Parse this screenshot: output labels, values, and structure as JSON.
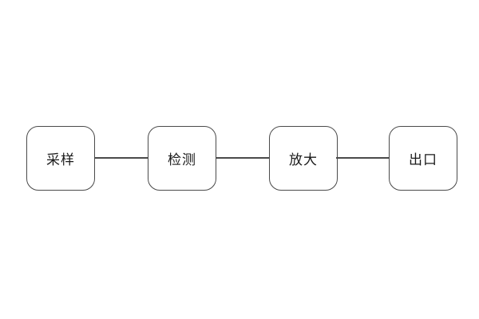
{
  "diagram": {
    "type": "flowchart",
    "direction": "horizontal",
    "nodes": [
      {
        "id": "sampling",
        "label": "采样"
      },
      {
        "id": "detection",
        "label": "检测"
      },
      {
        "id": "amplification",
        "label": "放大"
      },
      {
        "id": "outlet",
        "label": "出口"
      }
    ],
    "connections": [
      {
        "from": "采样",
        "to": "检测"
      },
      {
        "from": "检测",
        "to": "放大"
      },
      {
        "from": "放大",
        "to": "出口"
      }
    ],
    "colors": {
      "background": "#ffffff",
      "node_fill": "#ffffff",
      "node_border": "#4a4a4a",
      "connector": "#4a4a4a",
      "text": "#1a1a1a"
    }
  }
}
